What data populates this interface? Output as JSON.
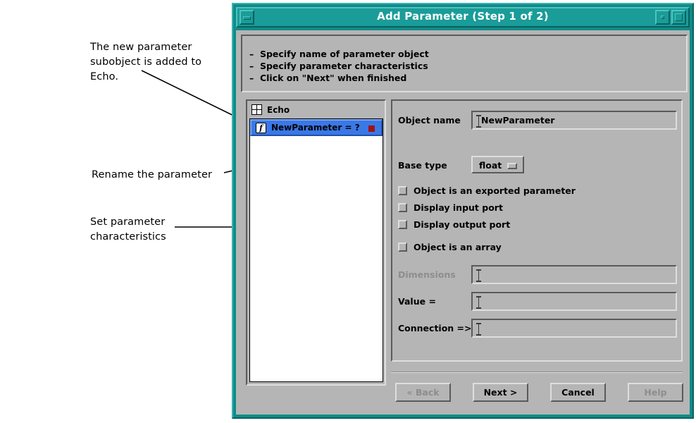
{
  "window": {
    "title": "Add Parameter (Step 1 of 2)",
    "titlebar_buttons": {
      "menu": "window-menu",
      "minimize": "minimize",
      "maximize": "maximize"
    },
    "colors": {
      "frame_teal": "#108c8a",
      "titlebar_teal": "#1a9c99",
      "panel_grey": "#b5b5b5",
      "selection_blue": "#3b78e7",
      "marker_red": "#9c1414",
      "disabled_text": "#8d8d8d"
    }
  },
  "instructions": [
    "–  Specify name of parameter object",
    "–  Specify parameter characteristics",
    "–  Click on \"Next\" when finished"
  ],
  "tree": {
    "header": {
      "label": "Echo",
      "icon": "grid-icon"
    },
    "items": [
      {
        "label": "NewParameter = ?",
        "icon": "function-f-icon",
        "selected": true,
        "marker": "red-square"
      }
    ]
  },
  "form": {
    "object_name": {
      "label": "Object name",
      "value": "NewParameter",
      "placeholder": ""
    },
    "base_type": {
      "label": "Base type",
      "value": "float",
      "options": [
        "float"
      ]
    },
    "checkboxes": [
      {
        "label": "Object is an exported parameter",
        "checked": false
      },
      {
        "label": "Display input port",
        "checked": false
      },
      {
        "label": "Display output port",
        "checked": false
      },
      {
        "label": "Object is an array",
        "checked": false
      }
    ],
    "dimensions": {
      "label": "Dimensions",
      "value": "",
      "disabled": true
    },
    "value_field": {
      "label": "Value =",
      "value": "",
      "disabled": false
    },
    "connection": {
      "label": "Connection =>",
      "value": "",
      "disabled": false
    }
  },
  "buttons": [
    {
      "label": "« Back",
      "disabled": true
    },
    {
      "label": "Next >",
      "disabled": false
    },
    {
      "label": "Cancel",
      "disabled": false
    },
    {
      "label": "Help",
      "disabled": true
    }
  ],
  "annotations": [
    {
      "text": "The new parameter\nsubobject is added to\nEcho."
    },
    {
      "text": "Rename the parameter"
    },
    {
      "text": "Set parameter\ncharacteristics"
    }
  ]
}
